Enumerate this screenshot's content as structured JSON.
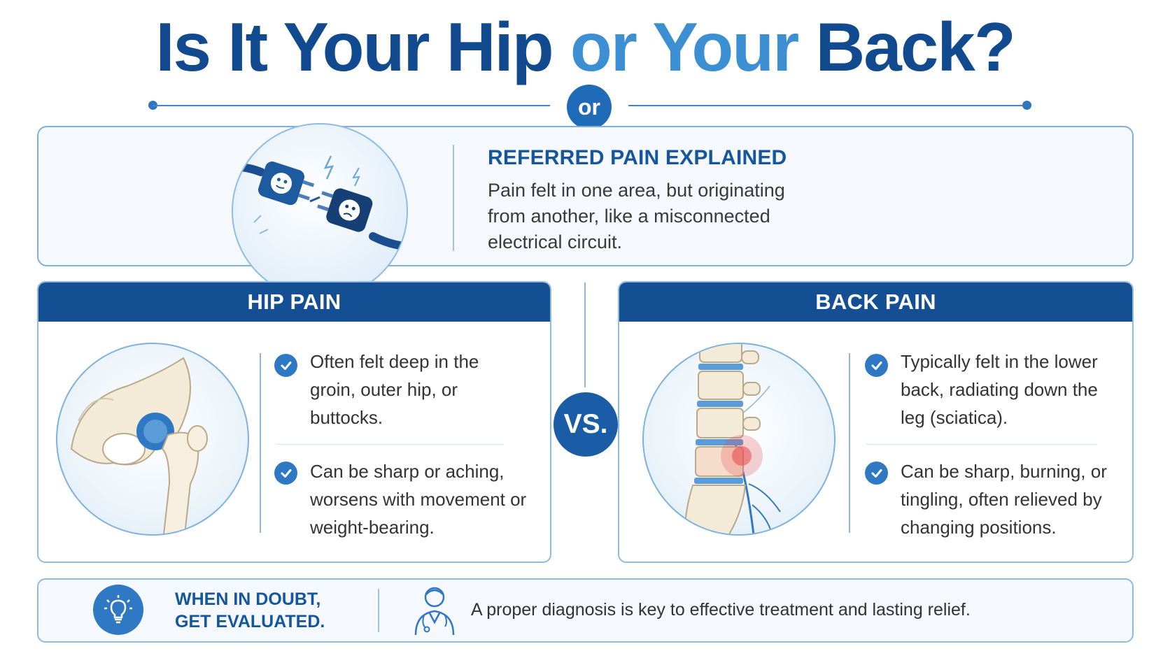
{
  "title": {
    "part1": "Is It Your Hip",
    "part2": "or Your",
    "part3": "Back?"
  },
  "or_badge": "or",
  "referred": {
    "title": "REFERRED PAIN EXPLAINED",
    "body": "Pain felt in one area, but originating from another, like a misconnected electrical circuit."
  },
  "hip": {
    "header": "HIP PAIN",
    "items": [
      {
        "text": "Often felt deep in the groin, outer hip, or buttocks."
      },
      {
        "text": "Can be sharp or aching, worsens with movement or weight-bearing."
      }
    ]
  },
  "vs": "VS.",
  "back": {
    "header": "BACK PAIN",
    "items": [
      {
        "text": "Typically felt in the lower back, radiating down the leg (sciatica)."
      },
      {
        "text": "Can be sharp, burning, or tingling, often relieved by changing positions."
      }
    ]
  },
  "bottom": {
    "doubt_line1": "WHEN IN DOUBT,",
    "doubt_line2": "GET EVALUATED.",
    "message": "A proper diagnosis is key to effective treatment and lasting relief."
  },
  "colors": {
    "primary_dark": "#114a8f",
    "primary_light": "#3d8fd4",
    "header_bg": "#144f93",
    "accent": "#2f78c4",
    "pain_red": "#e5484d"
  },
  "icons": [
    "plug-illustration",
    "hip-joint-illustration",
    "spine-illustration",
    "check-icon",
    "lightbulb-icon",
    "doctor-icon"
  ]
}
